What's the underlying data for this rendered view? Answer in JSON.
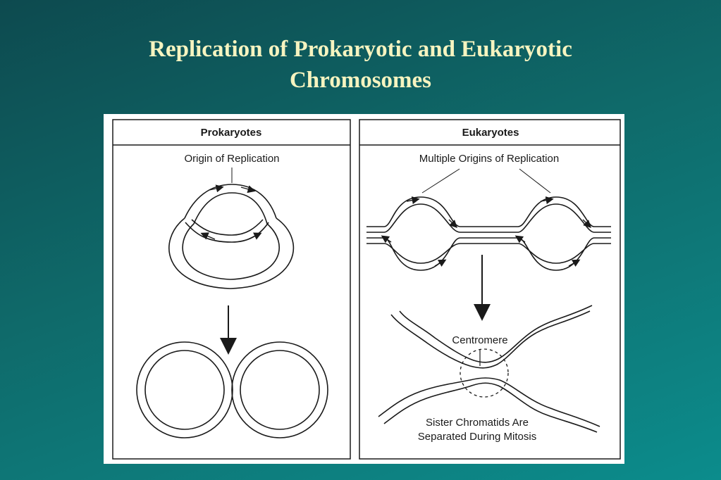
{
  "slide": {
    "title_line1": "Replication of Prokaryotic and Eukaryotic",
    "title_line2": "Chromosomes"
  },
  "panels": {
    "left": {
      "header": "Prokaryotes",
      "origin_label": "Origin of Replication"
    },
    "right": {
      "header": "Eukaryotes",
      "origins_label": "Multiple Origins of Replication",
      "centromere_label": "Centromere",
      "separation_label_line1": "Sister Chromatids Are",
      "separation_label_line2": "Separated During Mitosis"
    }
  },
  "colors": {
    "background_dark": "#0d4a4f",
    "background_light": "#0c8c8c",
    "title_text": "#f6f4c0",
    "figure_bg": "#ffffff",
    "ink": "#1a1a1a"
  }
}
